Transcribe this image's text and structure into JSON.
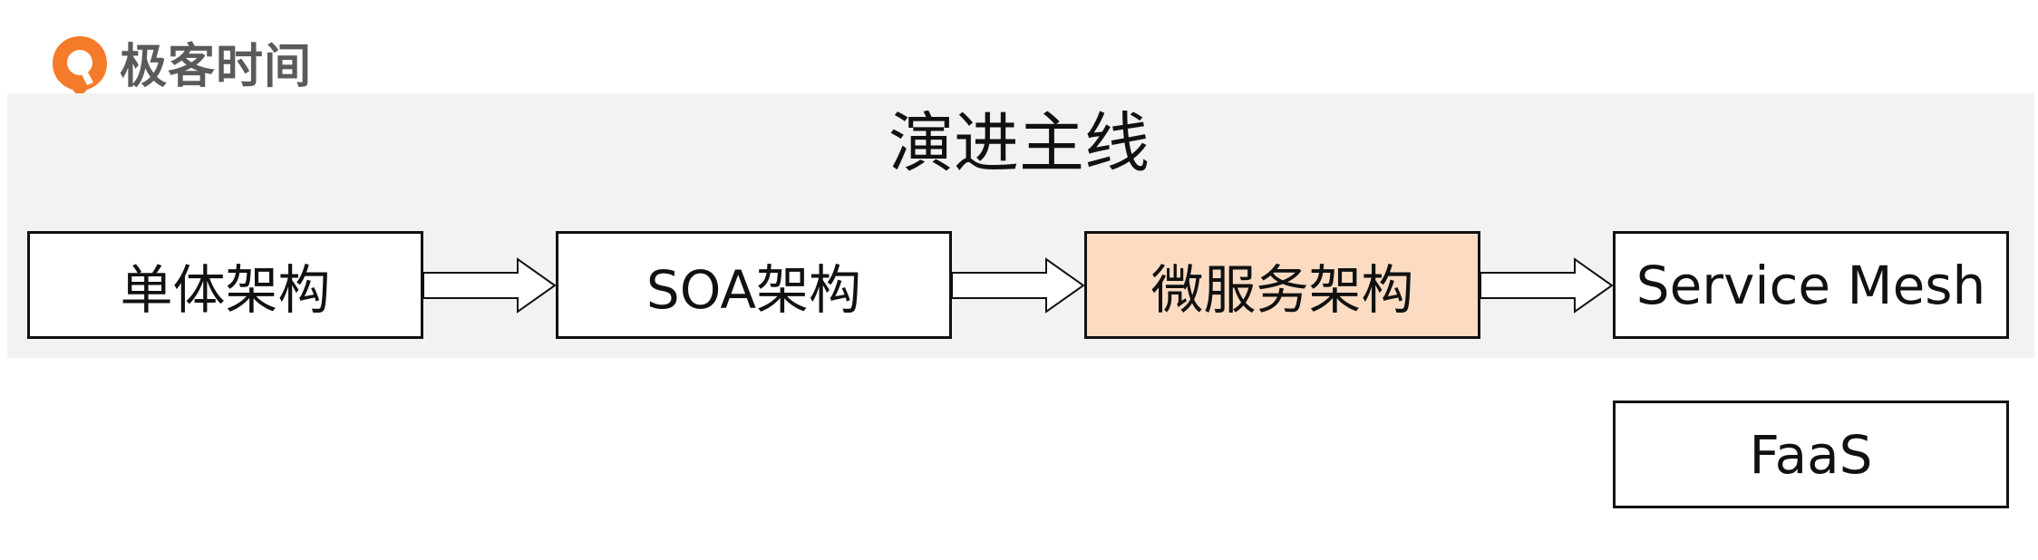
{
  "logo": {
    "text": "极客时间",
    "icon": "geektime-logo-icon",
    "color": "#f47b2a"
  },
  "diagram": {
    "title": "演进主线",
    "stages": [
      {
        "label": "单体架构",
        "highlight": false
      },
      {
        "label": "SOA架构",
        "highlight": false
      },
      {
        "label": "微服务架构",
        "highlight": true
      },
      {
        "label": "Service Mesh",
        "highlight": false
      }
    ],
    "extra": {
      "label": "FaaS"
    },
    "colors": {
      "band": "#f2f2f2",
      "highlight": "#fbdcc3",
      "border": "#111111"
    }
  }
}
